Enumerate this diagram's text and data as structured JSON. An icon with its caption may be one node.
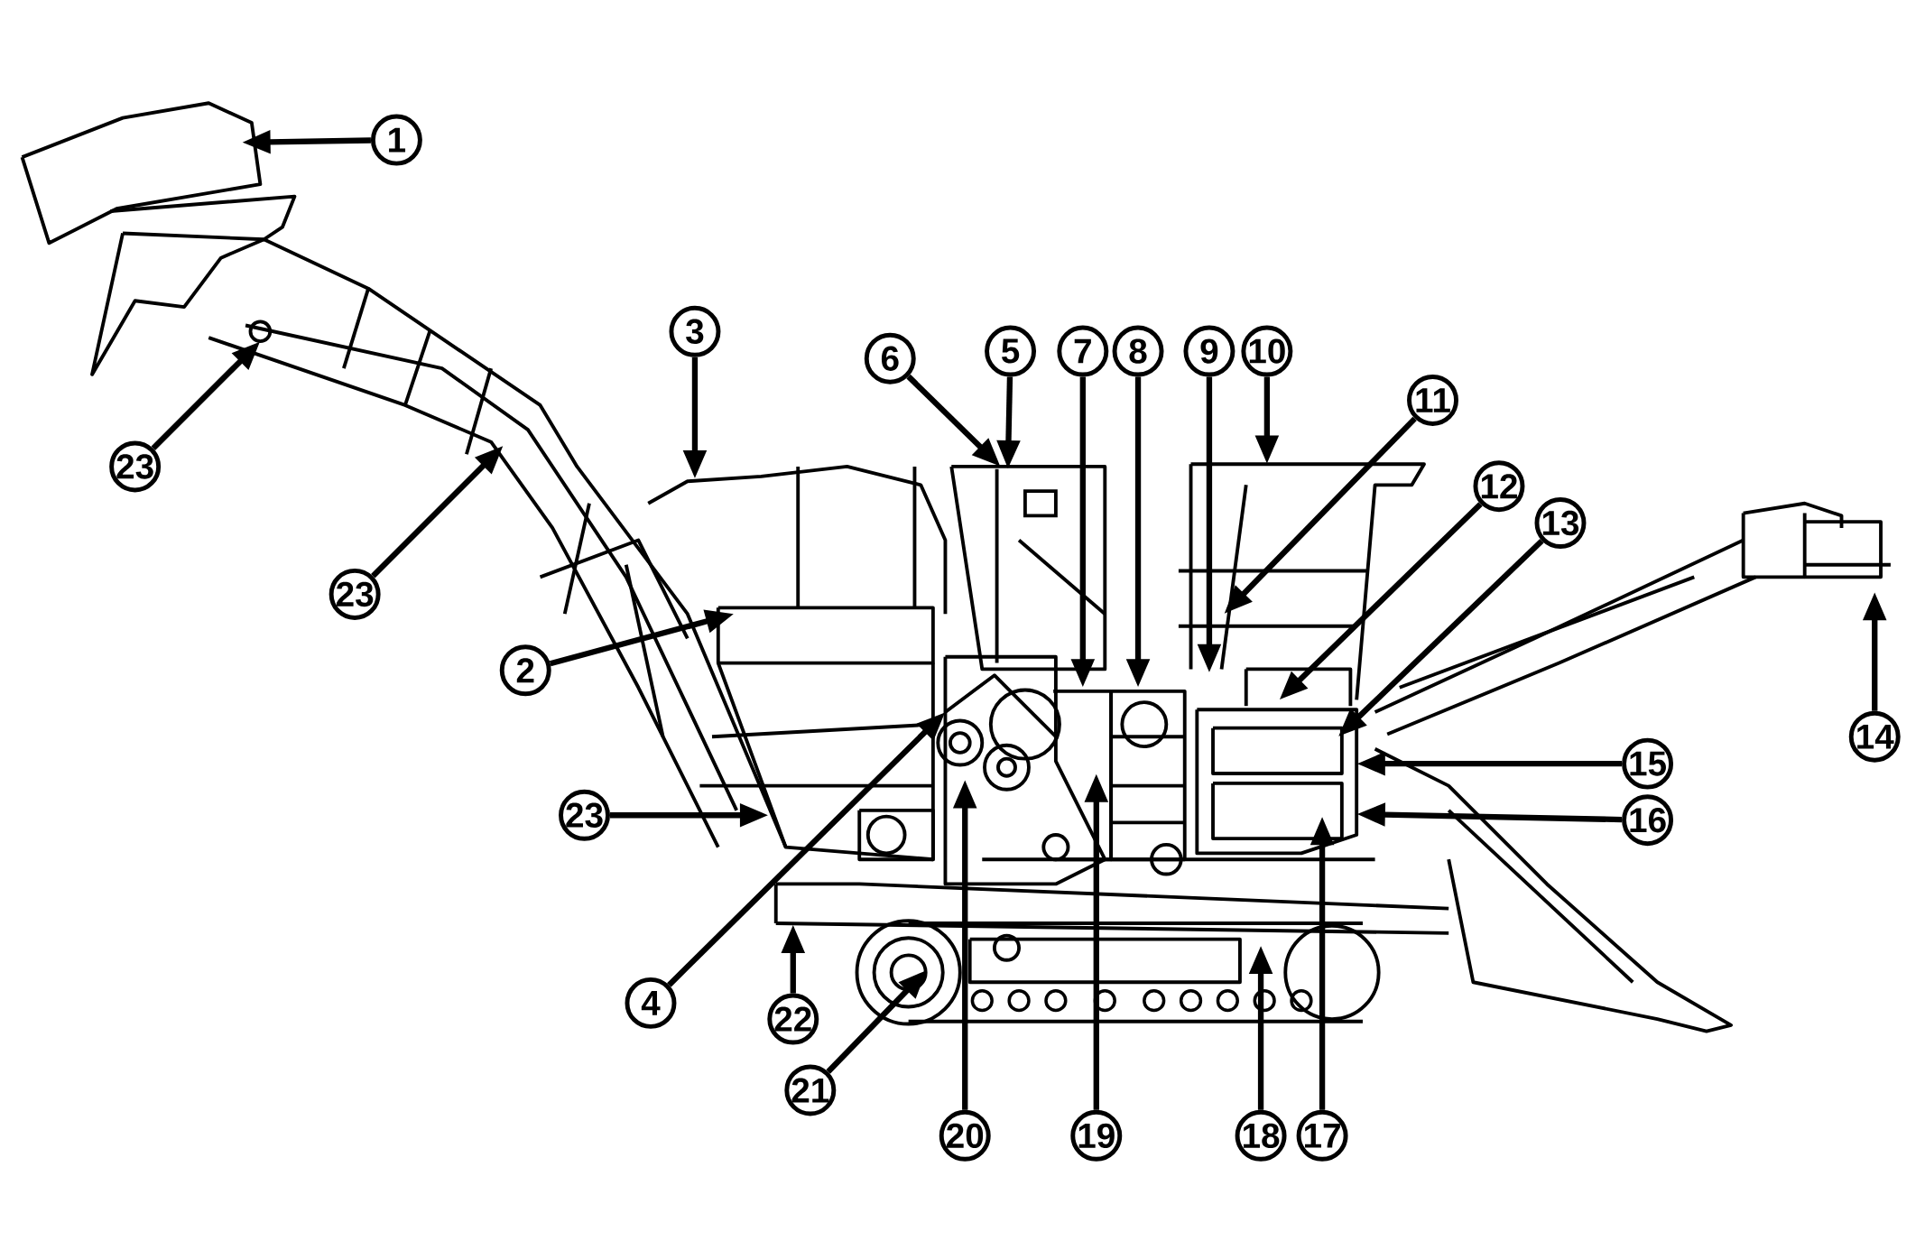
{
  "diagram": {
    "nodes": [
      {
        "text": [
          "1"
        ]
      },
      {
        "text": [
          "2"
        ]
      },
      {
        "text": [
          "3"
        ]
      },
      {
        "text": [
          "4"
        ]
      },
      {
        "text": [
          "5"
        ]
      },
      {
        "text": [
          "6"
        ]
      },
      {
        "text": [
          "7"
        ]
      },
      {
        "text": [
          "8"
        ]
      },
      {
        "text": [
          "9"
        ]
      },
      {
        "text": [
          "10"
        ]
      },
      {
        "text": [
          "11"
        ]
      },
      {
        "text": [
          "12"
        ]
      },
      {
        "text": [
          "13"
        ]
      },
      {
        "text": [
          "14"
        ]
      },
      {
        "text": [
          "15"
        ]
      },
      {
        "text": [
          "16"
        ]
      },
      {
        "text": [
          "17"
        ]
      },
      {
        "text": [
          "18"
        ]
      },
      {
        "text": [
          "19"
        ]
      },
      {
        "text": [
          "20"
        ]
      },
      {
        "text": [
          "21"
        ]
      },
      {
        "text": [
          "22"
        ]
      },
      {
        "text": [
          "23"
        ]
      },
      {
        "text": [
          "23"
        ]
      },
      {
        "text": [
          "23"
        ]
      }
    ],
    "edges": [
      {
        "from": 0,
        "to": null,
        "arrow": "to"
      },
      {
        "from": 1,
        "to": null,
        "arrow": "to"
      },
      {
        "from": 2,
        "to": null,
        "arrow": "to"
      },
      {
        "from": 3,
        "to": null,
        "arrow": "to"
      },
      {
        "from": 4,
        "to": null,
        "arrow": "to"
      },
      {
        "from": 5,
        "to": null,
        "arrow": "to"
      },
      {
        "from": 6,
        "to": null,
        "arrow": "to"
      },
      {
        "from": 7,
        "to": null,
        "arrow": "to"
      },
      {
        "from": 8,
        "to": null,
        "arrow": "to"
      },
      {
        "from": 9,
        "to": null,
        "arrow": "to"
      },
      {
        "from": 10,
        "to": null,
        "arrow": "to"
      },
      {
        "from": 11,
        "to": null,
        "arrow": "to"
      },
      {
        "from": 12,
        "to": null,
        "arrow": "to"
      },
      {
        "from": 13,
        "to": null,
        "arrow": "to"
      },
      {
        "from": 14,
        "to": null,
        "arrow": "to"
      },
      {
        "from": 15,
        "to": null,
        "arrow": "to"
      },
      {
        "from": 16,
        "to": null,
        "arrow": "to"
      },
      {
        "from": 17,
        "to": null,
        "arrow": "to"
      },
      {
        "from": 18,
        "to": null,
        "arrow": "to"
      },
      {
        "from": 19,
        "to": null,
        "arrow": "to"
      },
      {
        "from": 20,
        "to": null,
        "arrow": "to"
      },
      {
        "from": 21,
        "to": null,
        "arrow": "to"
      },
      {
        "from": 22,
        "to": null,
        "arrow": "to"
      },
      {
        "from": 23,
        "to": null,
        "arrow": "to"
      },
      {
        "from": 24,
        "to": null,
        "arrow": "to"
      }
    ]
  }
}
